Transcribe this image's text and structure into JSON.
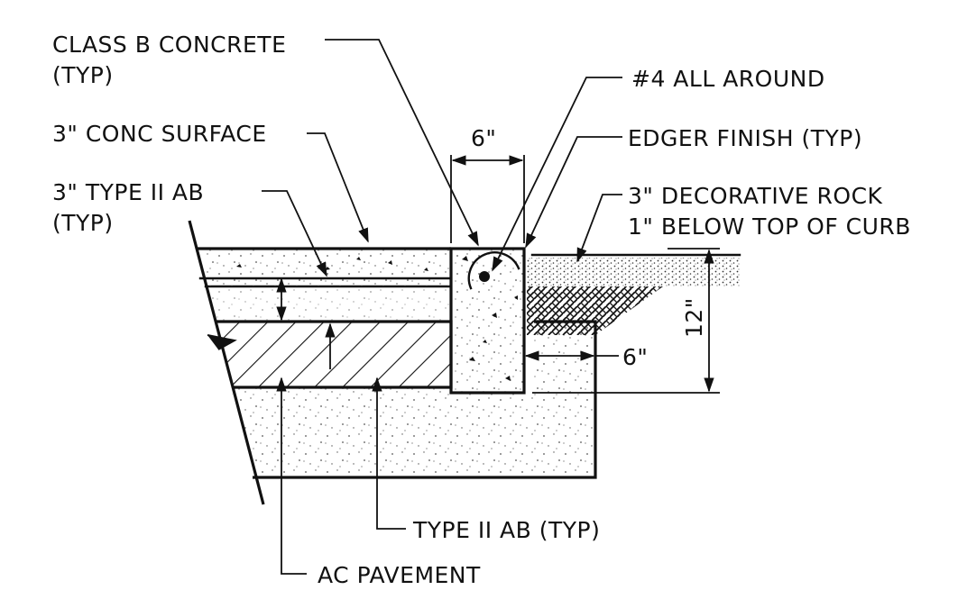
{
  "labels": {
    "class_b_concrete": "CLASS B CONCRETE",
    "class_b_typ": "(TYP)",
    "conc_surface": "3\" CONC SURFACE",
    "type2_ab_3in": "3\" TYPE II AB",
    "type2_ab_3in_typ": "(TYP)",
    "all_around": "#4 ALL AROUND",
    "edger_finish": "EDGER FINISH (TYP)",
    "decorative_rock_1": "3\" DECORATIVE ROCK",
    "decorative_rock_2": "1\" BELOW TOP OF CURB",
    "type2_ab_typ": "TYPE II AB (TYP)",
    "ac_pavement": "AC PAVEMENT"
  },
  "dimensions": {
    "curb_width": "6\"",
    "curb_depth": "12\"",
    "footing_offset": "6\""
  },
  "colors": {
    "line": "#111111",
    "background": "#ffffff",
    "fill_speckle": "#555555"
  }
}
